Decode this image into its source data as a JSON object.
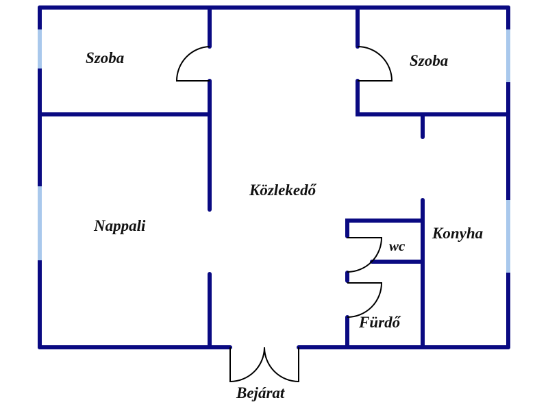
{
  "rooms": {
    "bedroom_left": "Szoba",
    "bedroom_right": "Szoba",
    "hallway": "Közlekedő",
    "living_room": "Nappali",
    "kitchen": "Konyha",
    "toilet": "wc",
    "bathroom": "Fürdő",
    "entrance": "Bejárat"
  },
  "colors": {
    "wall": "#0a0a82",
    "window": "#a9c8ec",
    "door": "#000000"
  }
}
